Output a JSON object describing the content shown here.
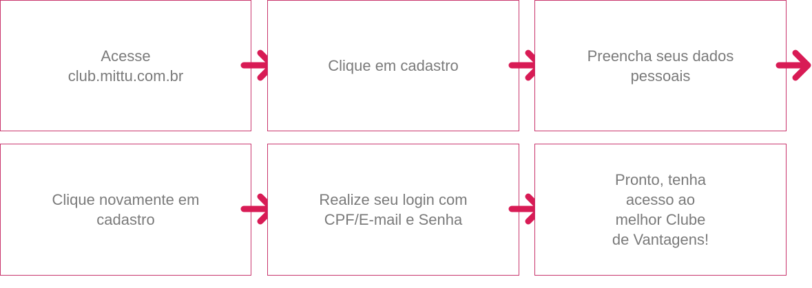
{
  "colors": {
    "border": "#c8336b",
    "arrow": "#d81b55",
    "text": "#7a7a7a",
    "background": "#ffffff"
  },
  "arrow_icon": "arrow-right-icon",
  "steps": [
    {
      "text": "Acesse\nclub.mittu.com.br"
    },
    {
      "text": "Clique em cadastro"
    },
    {
      "text": "Preencha seus dados\npessoais"
    },
    {
      "text": "Clique novamente em\ncadastro"
    },
    {
      "text": "Realize seu login com\nCPF/E-mail e Senha"
    },
    {
      "text": "Pronto, tenha\nacesso ao\nmelhor Clube\nde Vantagens!"
    }
  ]
}
